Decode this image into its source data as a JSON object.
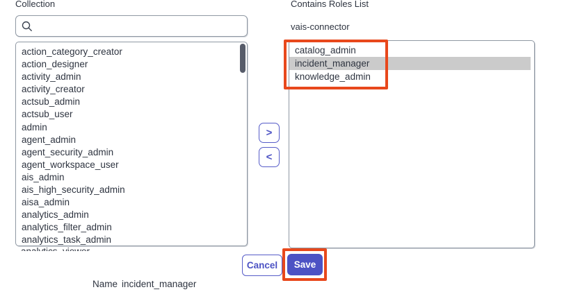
{
  "dialog": {
    "left_panel": {
      "title": "Collection",
      "search": {
        "value": "",
        "placeholder": ""
      },
      "items": [
        "action_category_creator",
        "action_designer",
        "activity_admin",
        "activity_creator",
        "actsub_admin",
        "actsub_user",
        "admin",
        "agent_admin",
        "agent_security_admin",
        "agent_workspace_user",
        "ais_admin",
        "ais_high_security_admin",
        "aisa_admin",
        "analytics_admin",
        "analytics_filter_admin",
        "analytics_task_admin",
        "analytics_viewer"
      ]
    },
    "transfer_buttons": {
      "add": ">",
      "remove": "<"
    },
    "right_panel": {
      "title": "Contains Roles List",
      "subtitle": "vais-connector",
      "items": [
        "catalog_admin",
        "incident_manager",
        "knowledge_admin"
      ],
      "selected_item": "incident_manager"
    },
    "footer": {
      "cancel": "Cancel",
      "save": "Save",
      "name_label": "Name",
      "name_value": "incident_manager"
    }
  },
  "icons": {
    "search": "search-icon"
  },
  "colors": {
    "accent": "#4c52c4",
    "annotation_highlight": "#e8481c",
    "selection_bg": "#cbcbcb",
    "list_border": "#8f98a3",
    "text": "#2e3440",
    "scrollbar_thumb": "#575c6a"
  }
}
